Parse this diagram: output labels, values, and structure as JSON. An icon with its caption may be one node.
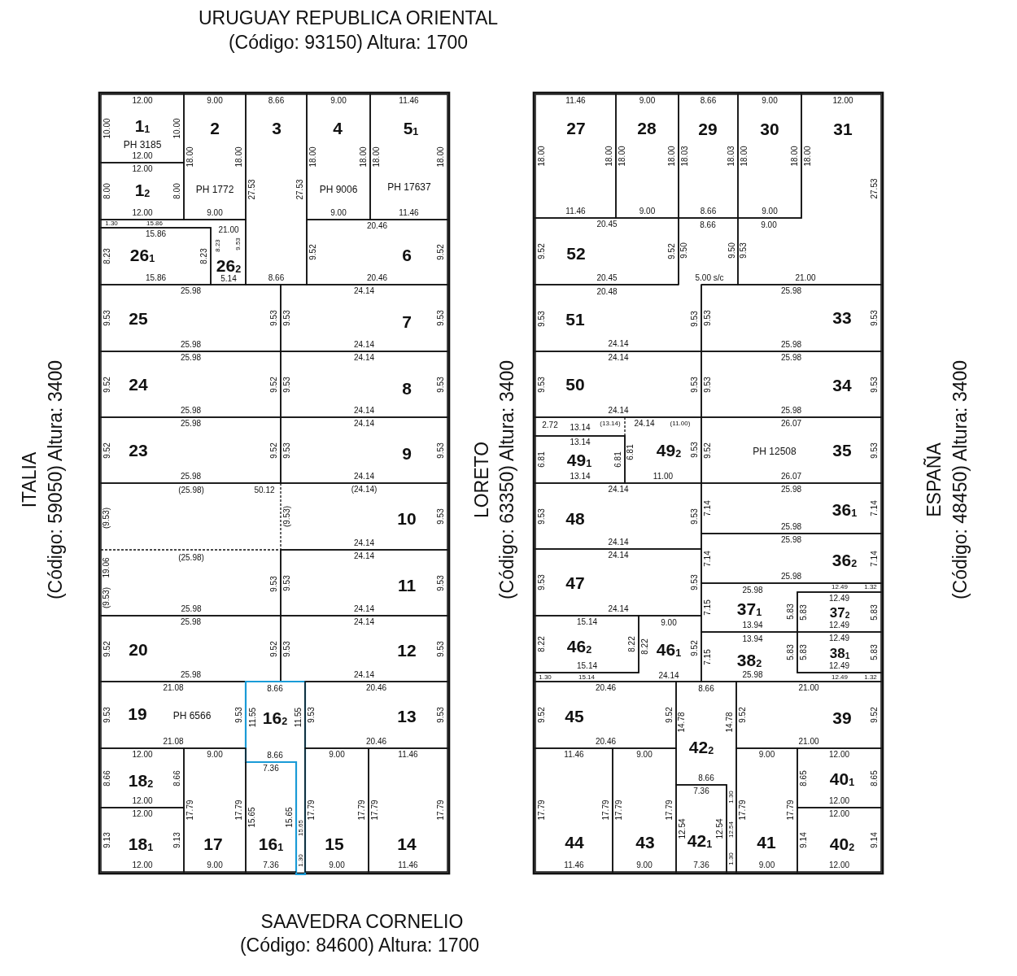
{
  "diagram": {
    "nodes": [
      {
        "text": [],
        "shape": "box"
      },
      {
        "text": [
          "12.00",
          "10.00",
          "1$_{1}$",
          "10.00",
          "PH 3185",
          "12.00"
        ],
        "in": 0
      },
      {
        "text": [
          "9.00",
          "2",
          "18.00",
          "18.00",
          "PH 1772",
          "9.00"
        ],
        "in": 0
      },
      {
        "text": [
          "8.66",
          "3",
          "27.53",
          "27.53",
          "8.66"
        ],
        "in": 0
      },
      {
        "text": [
          "9.00",
          "4",
          "18.00",
          "18.00",
          "PH 9006",
          "9.00"
        ],
        "in": 0
      },
      {
        "text": [
          "11.46",
          "5$_{1}$",
          "18.00",
          "18.00",
          "PH 17637",
          "11.46"
        ],
        "in": 0
      },
      {
        "text": [
          "12.00",
          "8.00",
          "1$_{2}$",
          "8.00",
          "12.00"
        ],
        "in": 0
      },
      {
        "text": [
          "1.30",
          "15.86",
          "21.00",
          "8.23",
          "9.53",
          "26$_{2}$",
          "5.14"
        ],
        "in": 0
      },
      {
        "text": [
          "15.86",
          "8.23",
          "26$_{1}$",
          "8.23",
          "15.86"
        ],
        "in": 0
      },
      {
        "text": [
          "20.46",
          "9.52",
          "6",
          "9.52",
          "20.46"
        ],
        "in": 0
      },
      {
        "text": [
          "25.98",
          "9.53",
          "25",
          "9.53",
          "25.98"
        ],
        "in": 0
      },
      {
        "text": [
          "24.14",
          "9.53",
          "7",
          "9.53",
          "24.14"
        ],
        "in": 0
      },
      {
        "text": [
          "25.98",
          "9.52",
          "24",
          "9.52",
          "25.98"
        ],
        "in": 0
      },
      {
        "text": [
          "24.14",
          "9.53",
          "8",
          "9.53",
          "24.14"
        ],
        "in": 0
      },
      {
        "text": [
          "25.98",
          "9.52",
          "23",
          "9.52",
          "25.98"
        ],
        "in": 0
      },
      {
        "text": [
          "24.14",
          "9.53",
          "9",
          "9.53",
          "24.14"
        ],
        "in": 0
      },
      {
        "text": [
          "(25.98)",
          "50.12",
          "(9.53)",
          "(25.98)",
          "19.06",
          "9.53",
          "(9.53)",
          "25.98"
        ],
        "in": 0
      },
      {
        "text": [
          "(24.14)",
          "(9.53)",
          "10",
          "9.53",
          "24.14"
        ],
        "in": 0
      },
      {
        "text": [
          "24.14",
          "9.53",
          "11",
          "9.53",
          "24.14"
        ],
        "in": 0
      },
      {
        "text": [
          "25.98",
          "9.52",
          "20",
          "9.52",
          "25.98"
        ],
        "in": 0
      },
      {
        "text": [
          "24.14",
          "9.53",
          "12",
          "9.53",
          "24.14"
        ],
        "in": 0
      },
      {
        "text": [
          "21.08",
          "9.53",
          "19",
          "PH 6566",
          "9.53",
          "21.08"
        ],
        "in": 0
      },
      {
        "text": [
          "8.66",
          "11.55",
          "16$_{2}$",
          "11.55",
          "8.66",
          "15.65",
          "1.30"
        ],
        "in": 0
      },
      {
        "text": [
          "20.46",
          "9.53",
          "13",
          "9.53",
          "20.46"
        ],
        "in": 0
      },
      {
        "text": [
          "12.00",
          "8.66",
          "18$_{2}$",
          "8.66",
          "12.00"
        ],
        "in": 0
      },
      {
        "text": [
          "9.00",
          "17.79",
          "17.79",
          "17",
          "9.00"
        ],
        "in": 0
      },
      {
        "text": [
          "7.36",
          "15.65",
          "15.65",
          "16$_{1}$",
          "7.36"
        ],
        "in": 0
      },
      {
        "text": [
          "9.00",
          "17.79",
          "17.79",
          "15",
          "9.00"
        ],
        "in": 0
      },
      {
        "text": [
          "11.46",
          "17.79",
          "17.79",
          "14",
          "11.46"
        ],
        "in": 0
      },
      {
        "text": [
          "12.00",
          "9.13",
          "18$_{1}$",
          "9.13",
          "12.00"
        ],
        "in": 0
      },
      {
        "text": [],
        "shape": "box"
      },
      {
        "text": [
          "11.46",
          "27",
          "18.00",
          "18.00",
          "11.46"
        ],
        "in": 30
      },
      {
        "text": [
          "9.00",
          "28",
          "18.00",
          "18.00",
          "9.00"
        ],
        "in": 30
      },
      {
        "text": [
          "8.66",
          "29",
          "18.03",
          "18.03",
          "8.66"
        ],
        "in": 30
      },
      {
        "text": [
          "9.00",
          "30",
          "18.00",
          "18.00",
          "9.00"
        ],
        "in": 30
      },
      {
        "text": [
          "12.00",
          "31",
          "18.00",
          "27.53",
          "9.00",
          "9.53",
          "21.00"
        ],
        "in": 30
      },
      {
        "text": [
          "20.45",
          "9.52",
          "52",
          "9.52",
          "20.45"
        ],
        "in": 30
      },
      {
        "text": [
          "8.66",
          "9.50",
          "9.50",
          "5.00 s/c"
        ],
        "in": 30
      },
      {
        "text": [
          "20.48",
          "9.53",
          "51",
          "9.53",
          "24.14"
        ],
        "in": 30
      },
      {
        "text": [
          "25.98",
          "9.53",
          "33",
          "9.53",
          "25.98"
        ],
        "in": 30
      },
      {
        "text": [
          "24.14",
          "9.53",
          "50",
          "9.53",
          "24.14"
        ],
        "in": 30
      },
      {
        "text": [
          "25.98",
          "9.53",
          "34",
          "9.53",
          "25.98"
        ],
        "in": 30
      },
      {
        "text": [
          "2.72",
          "13.14",
          "(13.14)",
          "24.14",
          "(11.00)",
          "6.81",
          "49$_{2}$",
          "9.53",
          "11.00"
        ],
        "in": 30
      },
      {
        "text": [
          "26.07",
          "9.52",
          "PH 12508",
          "35",
          "9.53",
          "26.07"
        ],
        "in": 30
      },
      {
        "text": [
          "13.14",
          "6.81",
          "49$_{1}$",
          "6.81",
          "13.14"
        ],
        "in": 30
      },
      {
        "text": [
          "24.14",
          "9.53",
          "48",
          "9.53",
          "24.14"
        ],
        "in": 30
      },
      {
        "text": [
          "25.98",
          "7.14",
          "36$_{1}$",
          "7.14",
          "25.98"
        ],
        "in": 30
      },
      {
        "text": [
          "25.98",
          "7.14",
          "36$_{2}$",
          "7.14",
          "25.98"
        ],
        "in": 30
      },
      {
        "text": [
          "24.14",
          "9.53",
          "47",
          "9.53",
          "24.14"
        ],
        "in": 30
      },
      {
        "text": [
          "25.98",
          "12.49",
          "1.32",
          "7.15",
          "37$_{1}$",
          "5.83",
          "13.94"
        ],
        "in": 30
      },
      {
        "text": [
          "15.14",
          "8.22",
          "46$_{2}$",
          "8.22",
          "15.14"
        ],
        "in": 30
      },
      {
        "text": [
          "9.00",
          "8.22",
          "46$_{1}$",
          "9.52",
          "1.30",
          "15.14",
          "24.14"
        ],
        "in": 30
      },
      {
        "text": [
          "12.49",
          "5.83",
          "37$_{2}$",
          "5.83",
          "12.49"
        ],
        "in": 30
      },
      {
        "text": [
          "13.94",
          "7.15",
          "38$_{2}$",
          "5.83",
          "25.98",
          "12.49",
          "1.32"
        ],
        "in": 30
      },
      {
        "text": [
          "12.49",
          "5.83",
          "38$_{1}$",
          "5.83",
          "12.49"
        ],
        "in": 30
      },
      {
        "text": [
          "20.46",
          "9.52",
          "45",
          "9.52",
          "20.46"
        ],
        "in": 30
      },
      {
        "text": [
          "8.66",
          "14.78",
          "14.78",
          "42$_{2}$",
          "8.66",
          "1.30",
          "12.54",
          "1.30"
        ],
        "in": 30
      },
      {
        "text": [
          "21.00",
          "9.52",
          "39",
          "9.52",
          "21.00"
        ],
        "in": 30
      },
      {
        "text": [
          "11.46",
          "17.79",
          "17.79",
          "44",
          "11.46"
        ],
        "in": 30
      },
      {
        "text": [
          "9.00",
          "17.79",
          "17.79",
          "43",
          "9.00"
        ],
        "in": 30
      },
      {
        "text": [
          "9.00",
          "17.79",
          "17.79",
          "41",
          "9.00"
        ],
        "in": 30
      },
      {
        "text": [
          "12.00",
          "8.65",
          "40$_{1}$",
          "8.65",
          "12.00"
        ],
        "in": 30
      },
      {
        "text": [
          "7.36",
          "12.54",
          "12.54",
          "42$_{1}$",
          "7.36"
        ],
        "in": 30
      },
      {
        "text": [
          "12.00",
          "9.14",
          "40$_{2}$",
          "9.14",
          "12.00"
        ],
        "in": 30
      }
    ],
    "labels": [
      "URUGUAY REPUBLICA ORIENTAL",
      "(Código: 93150) Altura: 1700",
      "ITALIA",
      "(Código: 59050) Altura: 3400",
      "LORETO",
      "(Código: 63350) Altura: 3400",
      "ESPAÑA",
      "(Código: 48450) Altura: 3400",
      "SAAVEDRA CORNELIO",
      "(Código: 84600) Altura: 1700"
    ]
  }
}
